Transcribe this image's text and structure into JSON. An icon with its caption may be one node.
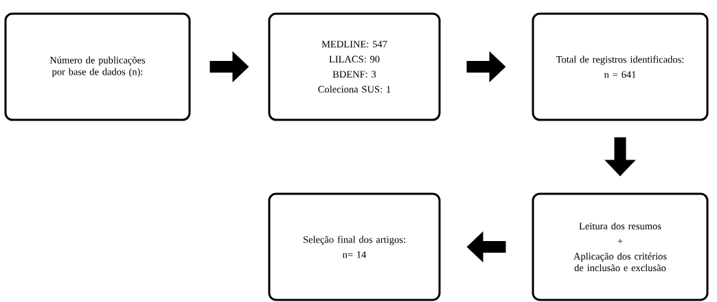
{
  "diagram": {
    "nodes": [
      {
        "text": [
          "Número de publicações por base de dados (n):"
        ]
      },
      {
        "text": [
          "MEDLINE: 547",
          "LILACS: 90",
          "BDENF: 3",
          "Coleciona SUS: 1"
        ]
      },
      {
        "text": [
          "Total de registros identificados:",
          "n = 641"
        ]
      },
      {
        "text": [
          "Leitura dos resumos",
          "+",
          "Aplicação dos critérios de inclusão e exclusão"
        ]
      },
      {
        "text": [
          "Seleção final dos artigos:",
          "n= 14"
        ]
      }
    ],
    "edges": [
      {
        "from": 0,
        "to": 1,
        "arrow": "to"
      },
      {
        "from": 1,
        "to": 2,
        "arrow": "to"
      },
      {
        "from": 2,
        "to": 3,
        "arrow": "to"
      },
      {
        "from": 3,
        "to": 4,
        "arrow": "to"
      }
    ]
  }
}
